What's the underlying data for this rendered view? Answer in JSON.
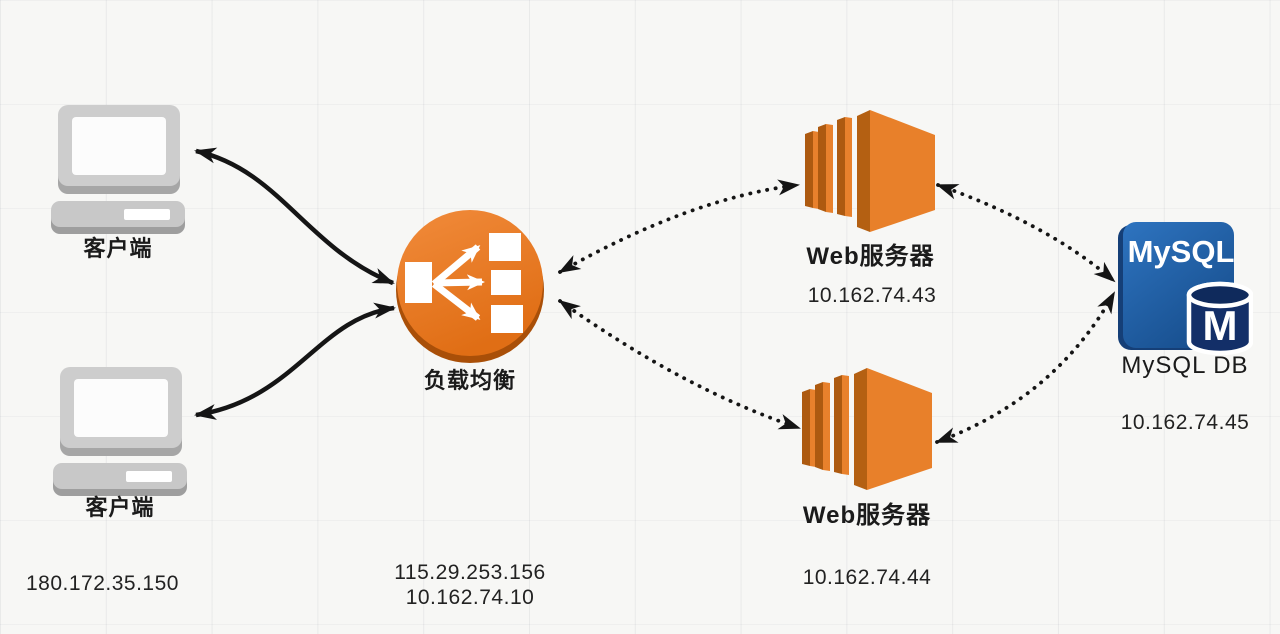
{
  "nodes": {
    "client_top": {
      "label": "客户端"
    },
    "client_bottom": {
      "label": "客户端"
    },
    "clients_ip": "180.172.35.150",
    "load_balancer": {
      "label": "负载均衡",
      "public_ip": "115.29.253.156",
      "private_ip": "10.162.74.10"
    },
    "web_server_top": {
      "label": "Web服务器",
      "ip": "10.162.74.43"
    },
    "web_server_bottom": {
      "label": "Web服务器",
      "ip": "10.162.74.44"
    },
    "mysql": {
      "brand": "MySQL",
      "cylinder_letter": "M",
      "label": "MySQL DB",
      "ip": "10.162.74.45"
    }
  },
  "connections": [
    {
      "from": "client-top",
      "to": "load-balancer",
      "style": "solid",
      "bidirectional": true
    },
    {
      "from": "client-bottom",
      "to": "load-balancer",
      "style": "solid",
      "bidirectional": true
    },
    {
      "from": "load-balancer",
      "to": "web-server-top",
      "style": "dotted",
      "bidirectional": true
    },
    {
      "from": "load-balancer",
      "to": "web-server-bottom",
      "style": "dotted",
      "bidirectional": true
    },
    {
      "from": "web-server-top",
      "to": "mysql-db",
      "style": "dotted",
      "bidirectional": true
    },
    {
      "from": "web-server-bottom",
      "to": "mysql-db",
      "style": "dotted",
      "bidirectional": true
    }
  ],
  "colors": {
    "background": "#f7f7f5",
    "aws_orange": "#ED7C2B",
    "aws_orange_dark": "#AD5A10",
    "lb_base": "#A94F08",
    "mysql_blue": "#1E5CA8",
    "mysql_navy": "#12336E",
    "arrow": "#151515",
    "device_gray": "#CDCDCD",
    "device_gray_dark": "#A2A2A2"
  }
}
